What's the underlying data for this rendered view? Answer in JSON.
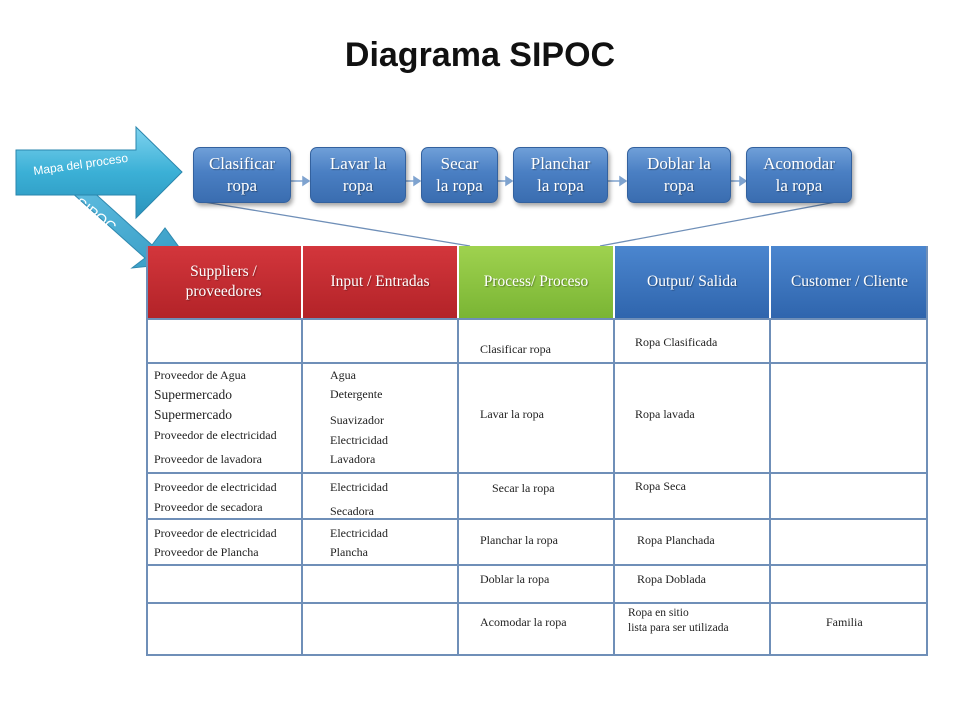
{
  "title": "Diagrama SIPOC",
  "arrow_labels": {
    "process_map": "Mapa del proceso",
    "sipoc": "SIPOC"
  },
  "process_steps": [
    "Clasificar\nropa",
    "Lavar la\nropa",
    "Secar\nla ropa",
    "Planchar\nla ropa",
    "Doblar  la\nropa",
    "Acomodar\nla ropa"
  ],
  "columns": [
    {
      "label": "Suppliers /\nproveedores",
      "color": "#c0282d"
    },
    {
      "label": "Input / Entradas",
      "color": "#c0282d"
    },
    {
      "label": "Process/ Proceso",
      "color": "#8cc63f"
    },
    {
      "label": "Output/ Salida",
      "color": "#3a73bf"
    },
    {
      "label": "Customer / Cliente",
      "color": "#3a73bf"
    }
  ],
  "rows": [
    {
      "suppliers": [],
      "inputs": [],
      "process": "Clasificar ropa",
      "output": "Ropa Clasificada",
      "customer": ""
    },
    {
      "suppliers": [
        "Proveedor de Agua",
        "Supermercado",
        "Supermercado",
        "Proveedor de electricidad",
        "Proveedor de lavadora"
      ],
      "inputs": [
        "Agua",
        "Detergente",
        "Suavizador",
        "Electricidad",
        "Lavadora"
      ],
      "process": "Lavar la ropa",
      "output": "Ropa lavada",
      "customer": ""
    },
    {
      "suppliers": [
        "Proveedor de electricidad",
        "Proveedor de secadora"
      ],
      "inputs": [
        "Electricidad",
        "Secadora"
      ],
      "process": "Secar la ropa",
      "output": "Ropa Seca",
      "customer": ""
    },
    {
      "suppliers": [
        "Proveedor de electricidad",
        "Proveedor de Plancha"
      ],
      "inputs": [
        "Electricidad",
        "Plancha"
      ],
      "process": "Planchar la ropa",
      "output": "Ropa Planchada",
      "customer": ""
    },
    {
      "suppliers": [],
      "inputs": [],
      "process": "Doblar la ropa",
      "output": "Ropa Doblada",
      "customer": ""
    },
    {
      "suppliers": [],
      "inputs": [],
      "process": "Acomodar la ropa",
      "output": "Ropa en sitio\nlista para ser utilizada",
      "customer": "Familia"
    }
  ],
  "colors": {
    "step_blue": "#4a7fc3",
    "arrow_cyan": "#3bb0d6",
    "grid_line": "#6f8fb8"
  }
}
